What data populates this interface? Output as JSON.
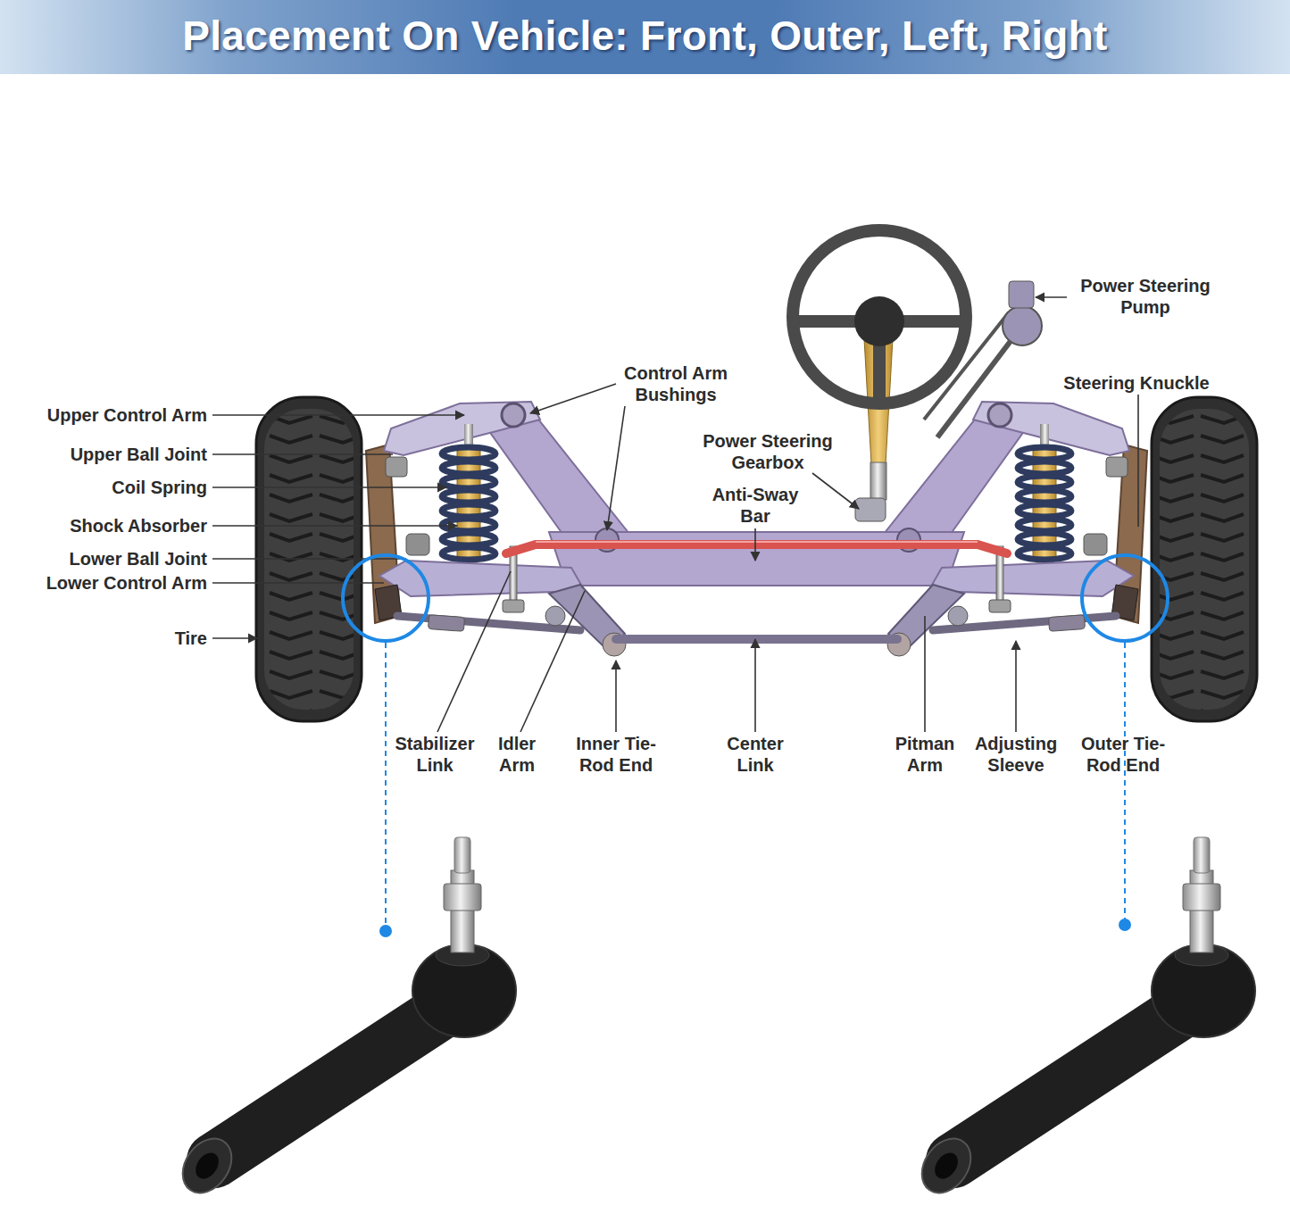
{
  "diagram": {
    "title": "Placement On Vehicle: Front, Outer, Left, Right",
    "labels": [
      "Power Steering Pump",
      "Control Arm Bushings",
      "Steering Knuckle",
      "Upper Control Arm",
      "Upper Ball Joint",
      "Power Steering Gearbox",
      "Coil Spring",
      "Anti-Sway Bar",
      "Shock Absorber",
      "Lower Ball Joint",
      "Lower Control Arm",
      "Tire",
      "Stabilizer Link",
      "Idler Arm",
      "Inner Tie-Rod End",
      "Center Link",
      "Pitman Arm",
      "Adjusting Sleeve",
      "Outer Tie-Rod End"
    ]
  }
}
